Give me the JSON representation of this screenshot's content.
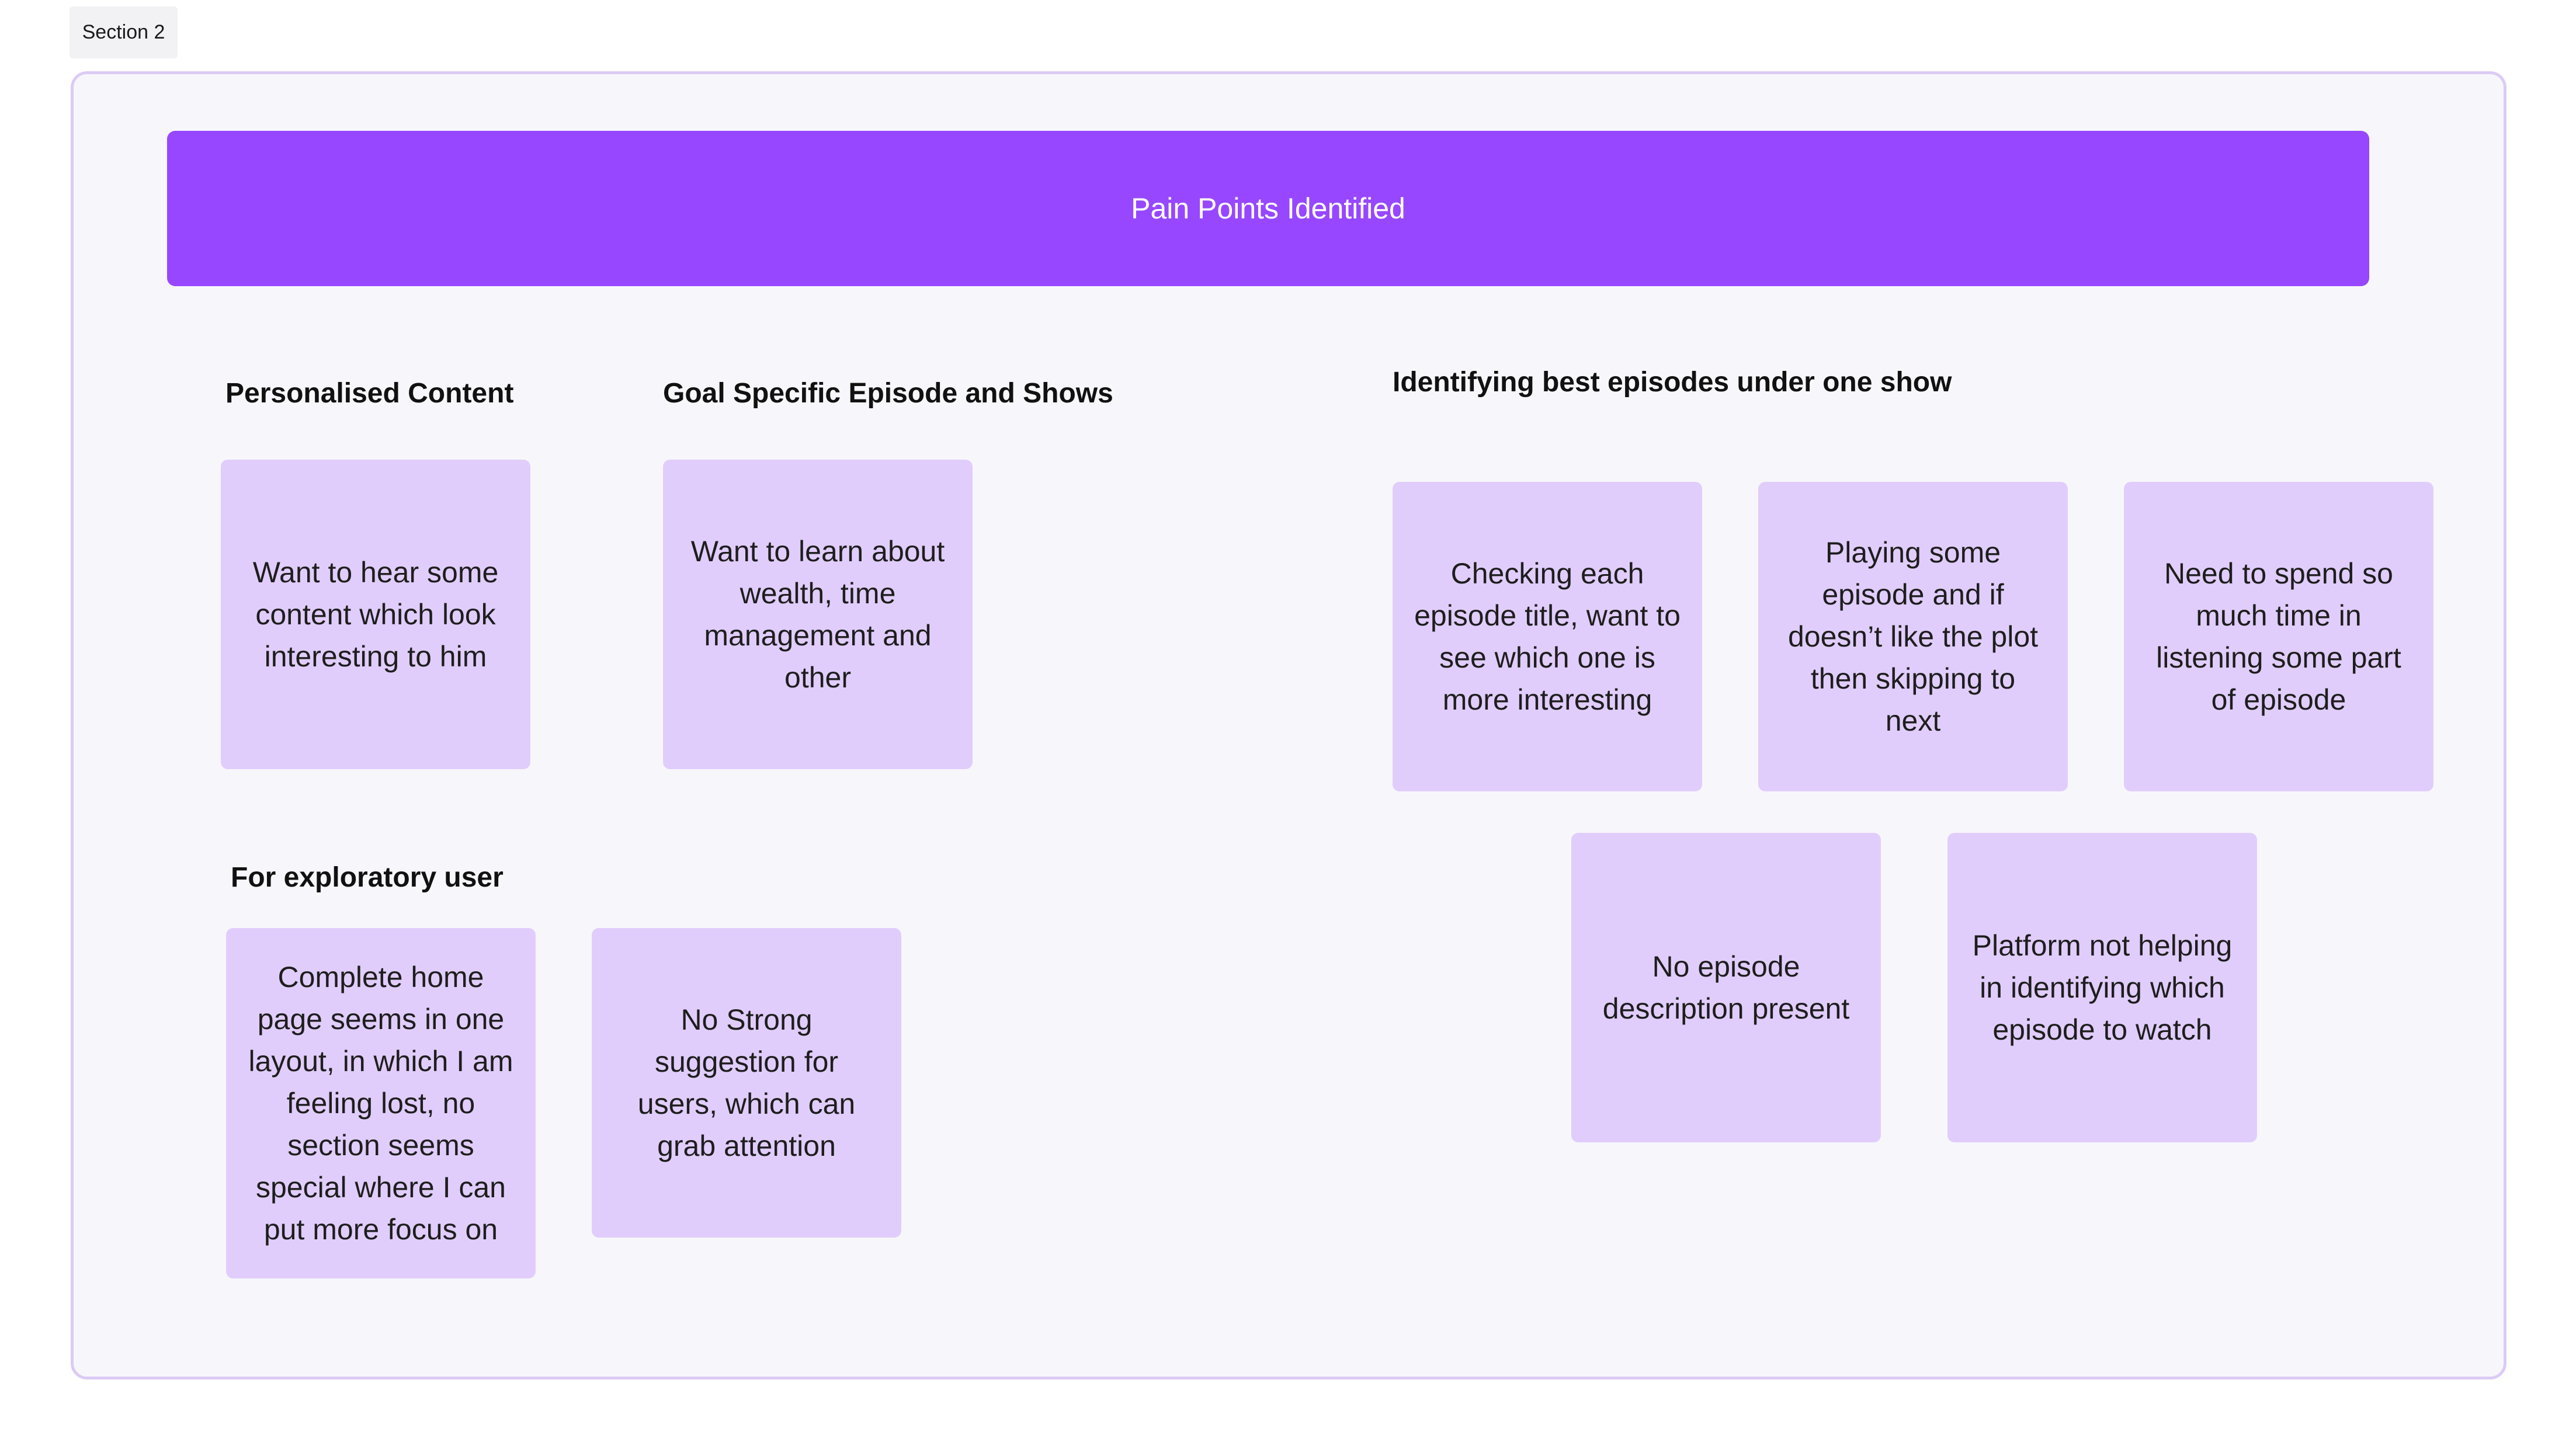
{
  "section": {
    "label": "Section 2"
  },
  "banner": {
    "title": "Pain Points Identified"
  },
  "groups": {
    "personalised": {
      "heading": "Personalised Content",
      "notes": [
        "Want to hear some content which look interesting to him"
      ]
    },
    "goal_specific": {
      "heading": "Goal Specific Episode and Shows",
      "notes": [
        "Want to learn about wealth, time management and other"
      ]
    },
    "best_episodes": {
      "heading": "Identifying best episodes under one show",
      "notes": [
        "Checking each episode title, want to see which one is more interesting",
        "Playing some episode and if doesn’t like the plot then skipping to next",
        "Need to spend so much time in listening some part of episode",
        "No episode description present",
        "Platform not helping in identifying which episode to watch"
      ]
    },
    "exploratory": {
      "heading": "For exploratory user",
      "notes": [
        "Complete home page seems in one layout, in which I am feeling lost, no section seems special where I can put more focus on",
        "No Strong suggestion for users, which can grab attention"
      ]
    }
  },
  "colors": {
    "banner": "#9747ff",
    "sticky": "#e1cdfb",
    "frame_border": "#dccbf5",
    "frame_bg": "#f7f7fb"
  }
}
